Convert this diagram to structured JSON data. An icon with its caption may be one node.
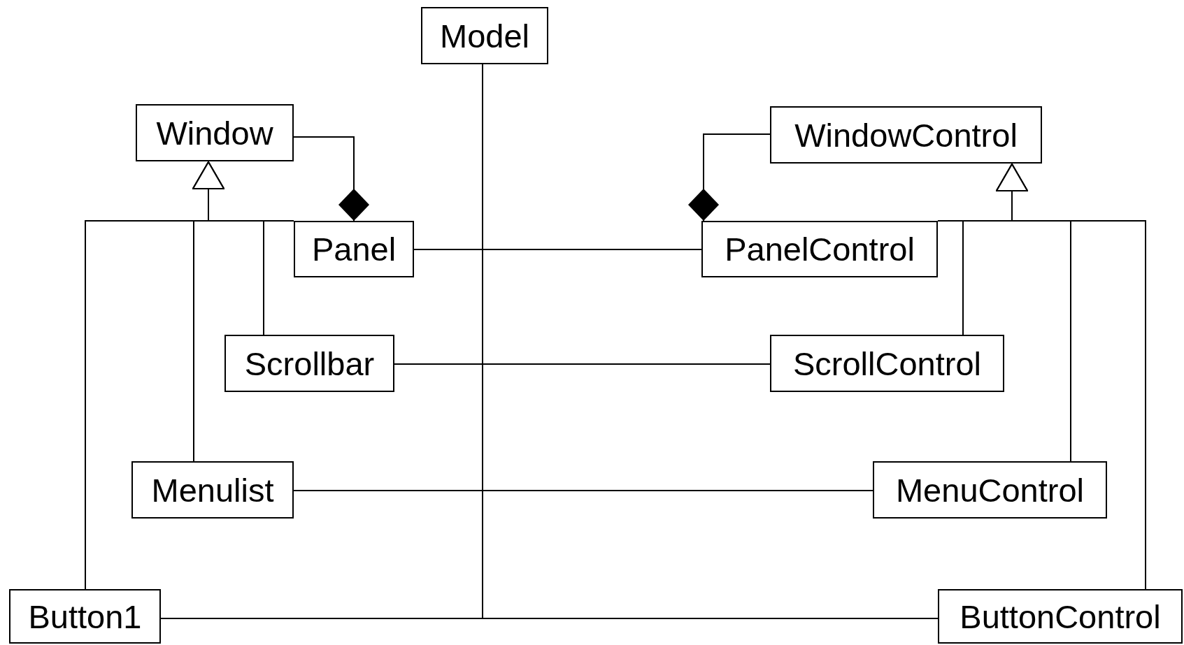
{
  "diagram": {
    "nodes": [
      {
        "text": [
          "Model"
        ]
      },
      {
        "text": [
          "Window"
        ]
      },
      {
        "text": [
          "WindowControl"
        ]
      },
      {
        "text": [
          "Panel"
        ]
      },
      {
        "text": [
          "PanelControl"
        ]
      },
      {
        "text": [
          "Scrollbar"
        ]
      },
      {
        "text": [
          "ScrollControl"
        ]
      },
      {
        "text": [
          "Menulist"
        ]
      },
      {
        "text": [
          "MenuControl"
        ]
      },
      {
        "text": [
          "Button1"
        ]
      },
      {
        "text": [
          "ButtonControl"
        ]
      }
    ],
    "edges": [
      {
        "from": 1,
        "to": 3,
        "arrow": "other"
      },
      {
        "from": 2,
        "to": 4,
        "arrow": "other"
      },
      {
        "from": 3,
        "to": 1,
        "arrow": "to"
      },
      {
        "from": 5,
        "to": 1,
        "arrow": "to"
      },
      {
        "from": 7,
        "to": 1,
        "arrow": "to"
      },
      {
        "from": 9,
        "to": 1,
        "arrow": "to"
      },
      {
        "from": 4,
        "to": 2,
        "arrow": "to"
      },
      {
        "from": 6,
        "to": 2,
        "arrow": "to"
      },
      {
        "from": 8,
        "to": 2,
        "arrow": "to"
      },
      {
        "from": 10,
        "to": 2,
        "arrow": "to"
      },
      {
        "from": 3,
        "to": 4,
        "arrow": "none"
      },
      {
        "from": 5,
        "to": 6,
        "arrow": "none"
      },
      {
        "from": 7,
        "to": 8,
        "arrow": "none"
      },
      {
        "from": 9,
        "to": 10,
        "arrow": "none"
      },
      {
        "from": 0,
        "to": 9,
        "arrow": "none"
      },
      {
        "from": 0,
        "to": 10,
        "arrow": "none"
      }
    ]
  }
}
